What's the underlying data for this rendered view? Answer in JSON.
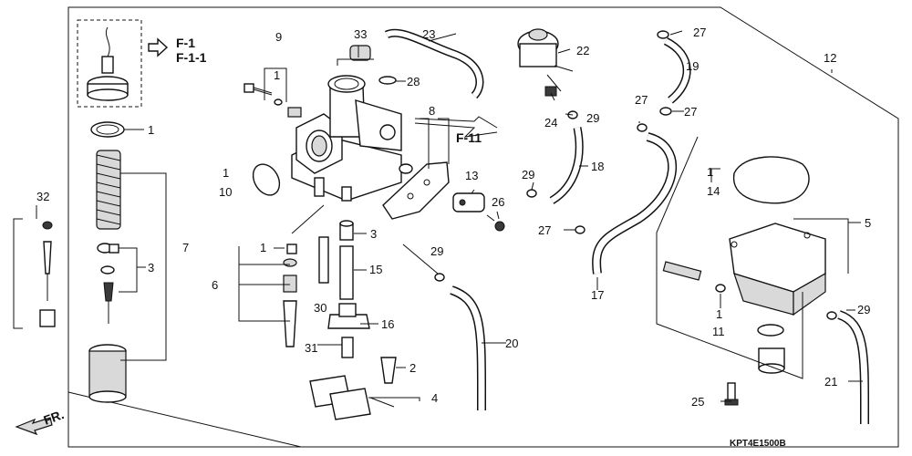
{
  "diagram": {
    "code": "KPT4E1500B",
    "front_marker": "FR.",
    "references": [
      "F-1",
      "F-1-1",
      "F-11"
    ],
    "callouts": [
      "1",
      "2",
      "3",
      "4",
      "5",
      "6",
      "7",
      "8",
      "9",
      "10",
      "11",
      "12",
      "13",
      "14",
      "15",
      "16",
      "17",
      "18",
      "19",
      "20",
      "21",
      "22",
      "23",
      "24",
      "25",
      "26",
      "27",
      "28",
      "29",
      "30",
      "31",
      "32",
      "33"
    ]
  }
}
